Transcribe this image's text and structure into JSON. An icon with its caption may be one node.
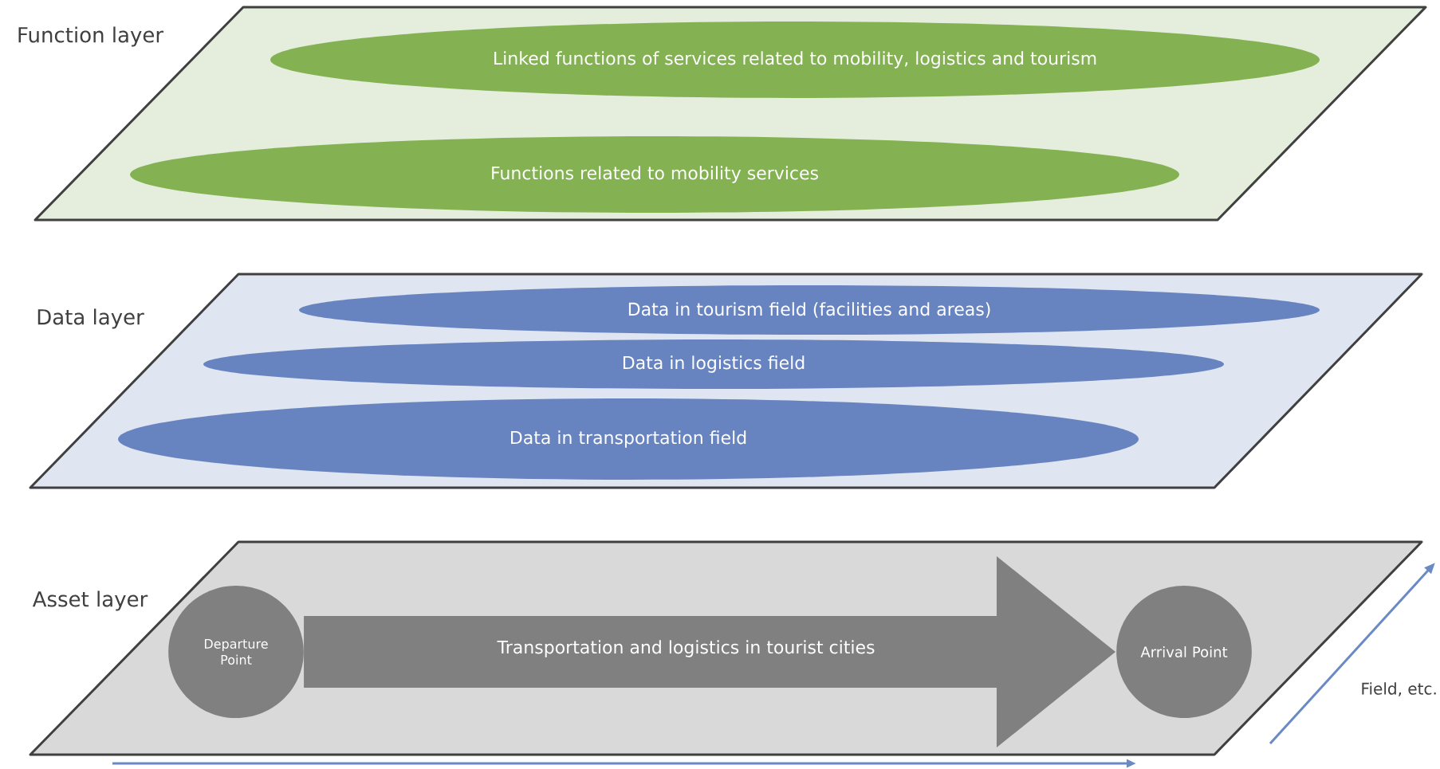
{
  "diagram": {
    "nodes": [
      {
        "text": [
          "Function layer"
        ]
      },
      {
        "text": [
          "Linked functions of services related to mobility, logistics and tourism"
        ],
        "in": 0
      },
      {
        "text": [
          "Functions related to mobility services"
        ],
        "in": 0
      },
      {
        "text": [
          "Data layer"
        ]
      },
      {
        "text": [
          "Data in tourism field (facilities and areas)"
        ],
        "in": 3
      },
      {
        "text": [
          "Data in logistics field"
        ],
        "in": 3
      },
      {
        "text": [
          "Data in transportation field"
        ],
        "in": 3
      },
      {
        "text": [
          "Asset layer"
        ]
      },
      {
        "text": [
          "Departure Point"
        ],
        "in": 7
      },
      {
        "text": [
          "Arrival Point"
        ],
        "in": 7
      }
    ],
    "edges": [
      {
        "from": 8,
        "to": 9,
        "arrow": "to",
        "label": "Transportation and logistics in tourist cities"
      }
    ],
    "labels": [
      "Field, etc."
    ]
  }
}
